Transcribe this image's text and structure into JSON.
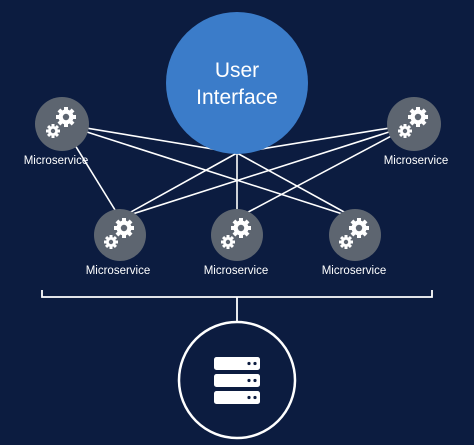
{
  "ui": {
    "label_line1": "User",
    "label_line2": "Interface"
  },
  "microservices": [
    {
      "id": "top-left",
      "label": "Microservice",
      "icon": "gears-icon"
    },
    {
      "id": "top-right",
      "label": "Microservice",
      "icon": "gears-icon"
    },
    {
      "id": "bottom-left",
      "label": "Microservice",
      "icon": "gears-icon"
    },
    {
      "id": "bottom-center",
      "label": "Microservice",
      "icon": "gears-icon"
    },
    {
      "id": "bottom-right",
      "label": "Microservice",
      "icon": "gears-icon"
    }
  ],
  "database": {
    "icon": "server-stack-icon"
  },
  "colors": {
    "background": "#0c1c40",
    "ui_circle": "#3b7cc9",
    "service_circle": "#5d6570",
    "lines": "#ffffff"
  }
}
